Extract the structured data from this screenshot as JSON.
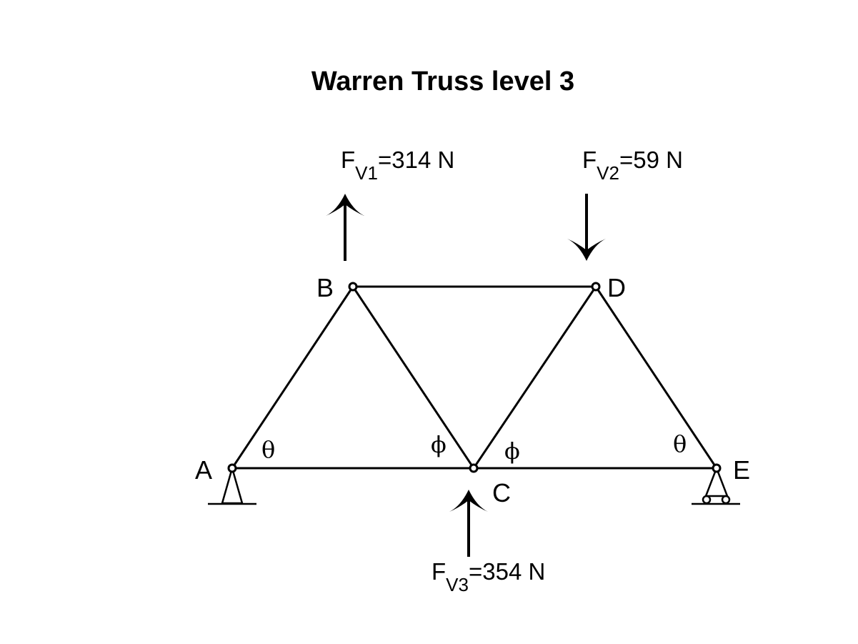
{
  "title": "Warren Truss level 3",
  "nodes": {
    "A": "A",
    "B": "B",
    "C": "C",
    "D": "D",
    "E": "E"
  },
  "forces": {
    "fv1": {
      "symbol": "F",
      "subscript": "V1",
      "value": "=314 N",
      "direction": "up"
    },
    "fv2": {
      "symbol": "F",
      "subscript": "V2",
      "value": "=59 N",
      "direction": "down"
    },
    "fv3": {
      "symbol": "F",
      "subscript": "V3",
      "value": "=354 N",
      "direction": "up"
    }
  },
  "angles": {
    "theta": "θ",
    "phi": "ϕ"
  }
}
